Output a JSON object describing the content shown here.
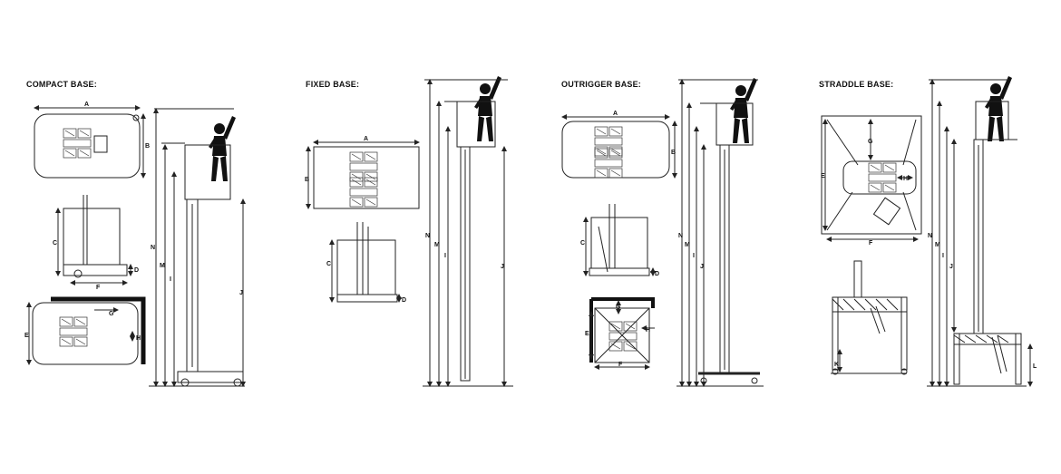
{
  "headings": {
    "compact": "COMPACT BASE:",
    "fixed": "FIXED BASE:",
    "outrigger": "OUTRIGGER BASE:",
    "straddle": "STRADDLE BASE:"
  },
  "dimension_labels": {
    "compact": {
      "top_view": [
        "A",
        "B"
      ],
      "side_view": [
        "C",
        "D",
        "F"
      ],
      "corner_view": [
        "E",
        "G",
        "H"
      ],
      "elevation": [
        "N",
        "M",
        "I",
        "J"
      ]
    },
    "fixed": {
      "top_view": [
        "A",
        "B"
      ],
      "side_view": [
        "C",
        "D"
      ],
      "elevation": [
        "N",
        "M",
        "I",
        "J"
      ]
    },
    "outrigger": {
      "top_view": [
        "A",
        "B"
      ],
      "side_view": [
        "C",
        "D"
      ],
      "corner_view": [
        "G",
        "E",
        "H",
        "F"
      ],
      "elevation": [
        "N",
        "M",
        "I",
        "J"
      ]
    },
    "straddle": {
      "top_view": [
        "G",
        "E",
        "H",
        "F"
      ],
      "front_view": [
        "K"
      ],
      "elevation": [
        "N",
        "M",
        "I",
        "J",
        "L"
      ]
    }
  },
  "icons": {
    "worker": "worker-raising-hand-icon",
    "lift": "personnel-lift-icon"
  }
}
